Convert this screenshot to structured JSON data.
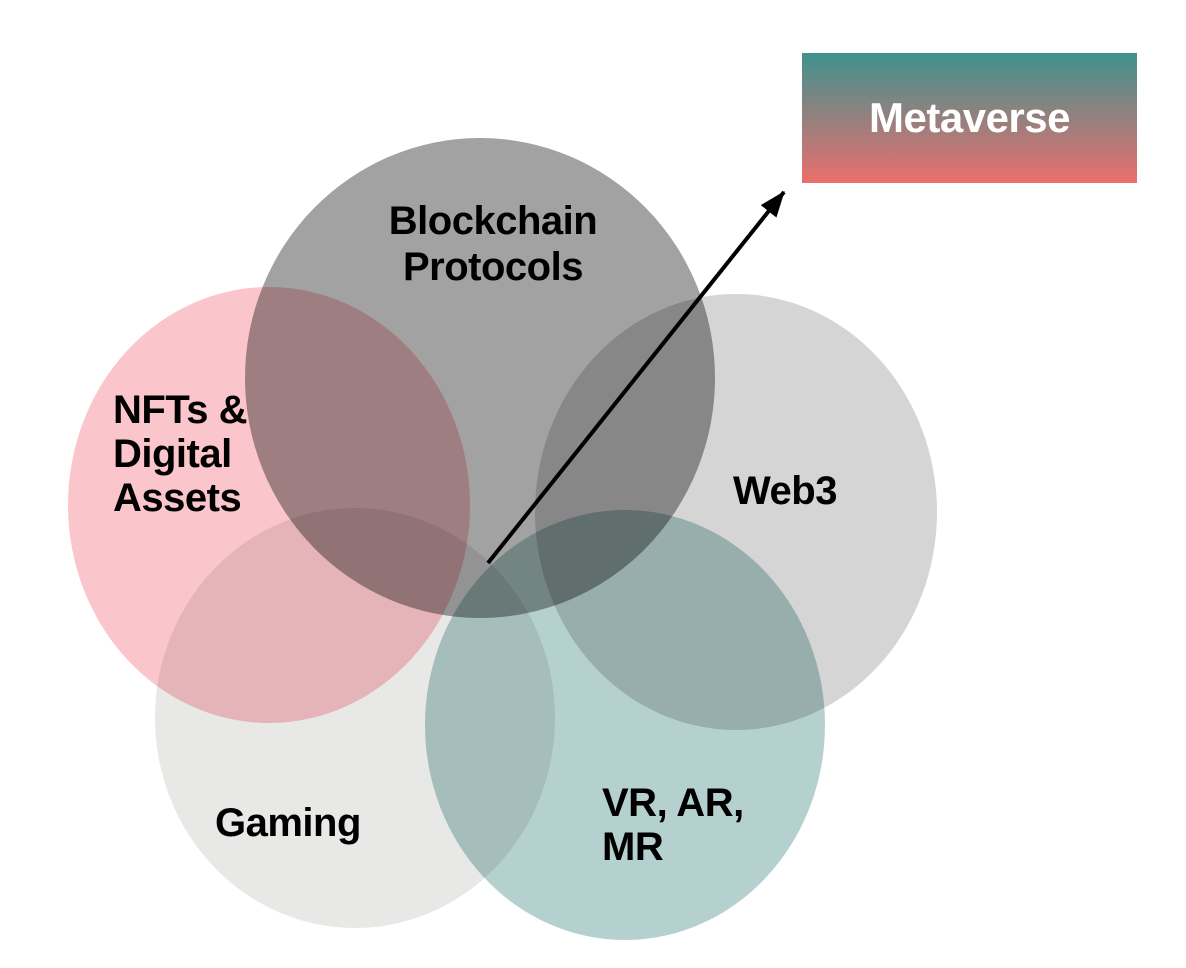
{
  "diagram": {
    "type": "venn-diagram",
    "background_color": "#ffffff",
    "text_color": "#000000",
    "blend_mode": "multiply",
    "circles": [
      {
        "id": "blockchain-protocols",
        "label": "Blockchain\nProtocols",
        "color": "#a2a2a2"
      },
      {
        "id": "nfts-digital-assets",
        "label": "NFTs &\nDigital\nAssets",
        "color": "#fbc6cb"
      },
      {
        "id": "web3",
        "label": "Web3",
        "color": "#d5d5d5"
      },
      {
        "id": "gaming",
        "label": "Gaming",
        "color": "#e8e8e7"
      },
      {
        "id": "vr-ar-mr",
        "label": "VR, AR,\nMR",
        "color": "#b5d1cf"
      }
    ],
    "metaverse": {
      "label": "Metaverse",
      "gradient_top": "#3f928e",
      "gradient_bottom": "#ea6f6d",
      "text_color": "#ffffff"
    },
    "arrow": {
      "color": "#000000"
    }
  }
}
